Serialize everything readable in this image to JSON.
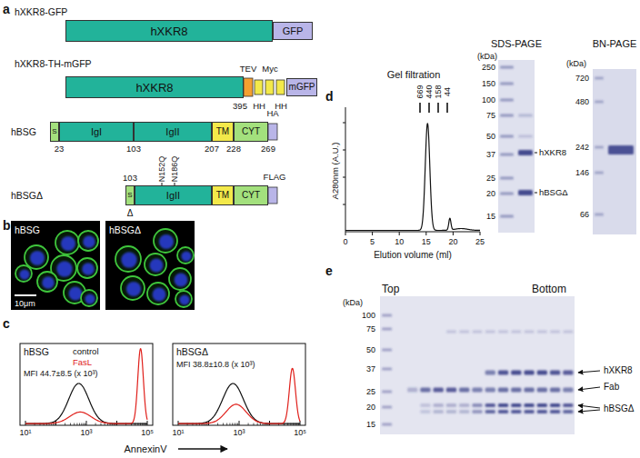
{
  "diagram": {
    "nodes": [
      {
        "text": [
          "hXKR8"
        ]
      },
      {
        "text": [
          "GFP"
        ]
      },
      {
        "text": [
          "hXKR8"
        ]
      },
      {
        "text": [
          "mGFP"
        ]
      },
      {
        "text": [
          "S"
        ]
      },
      {
        "text": [
          "IgI"
        ]
      },
      {
        "text": [
          "IgII"
        ]
      },
      {
        "text": [
          "TM"
        ]
      },
      {
        "text": [
          "CYT"
        ]
      },
      {
        "text": [
          "S"
        ]
      },
      {
        "text": [
          "IgII"
        ]
      },
      {
        "text": [
          "TM"
        ]
      },
      {
        "text": [
          "CYT"
        ]
      }
    ],
    "labels": [
      "a",
      "hXKR8-GFP",
      "hXKR8-TH-mGFP",
      "TEV",
      "Myc",
      "HH",
      "HH",
      "395",
      "hBSG",
      "HA",
      "23",
      "103",
      "207",
      "228",
      "269",
      "hBSGΔ",
      "N152Q",
      "N186Q",
      "103",
      "Δ",
      "FLAG",
      "b",
      "hBSG",
      "hBSGΔ",
      "10μm",
      "c",
      "hBSG",
      "control",
      "FasL",
      "MFI 44.7±8.5 (x 10³)",
      "10¹",
      "10³",
      "10⁵",
      "hBSGΔ",
      "MFI 38.8±10.8 (x 10³)",
      "10¹",
      "10³",
      "10⁵",
      "AnnexinV",
      "d",
      "Gel filtration",
      "669",
      "440",
      "158",
      "44",
      "A280nm (A.U.)",
      "0",
      "5",
      "10",
      "15",
      "20",
      "25",
      "Elution volume (ml)",
      "SDS-PAGE",
      "(kDa)",
      "250",
      "150",
      "100",
      "75",
      "50",
      "37",
      "25",
      "20",
      "15",
      "hXKR8",
      "hBSGΔ",
      "BN-PAGE",
      "(kDa)",
      "720",
      "480",
      "242",
      "146",
      "66",
      "e",
      "Top",
      "Bottom",
      "(kDa)",
      "100",
      "75",
      "50",
      "37",
      "25",
      "20",
      "15",
      "hXKR8",
      "Fab",
      "hBSGΔ"
    ]
  }
}
